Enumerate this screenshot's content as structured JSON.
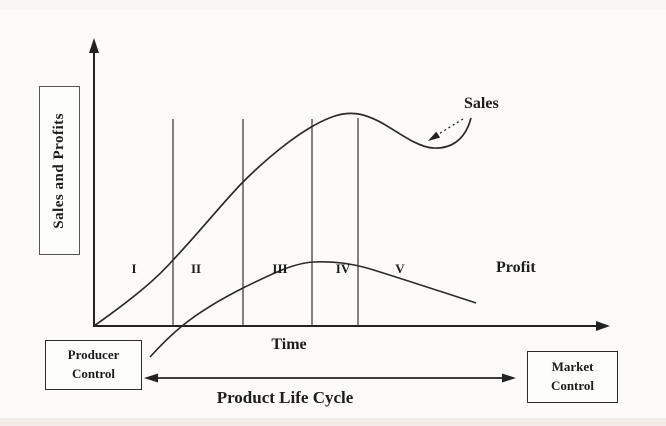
{
  "colors": {
    "ink": "#222222",
    "background": "#fcfbf9",
    "footer_band": "#f2ebe7"
  },
  "diagram": {
    "title_implied": "Product Life Cycle",
    "y_axis_label": "Sales and Profits",
    "x_axis_label": "Time",
    "stage_labels": [
      "I",
      "II",
      "III",
      "IV",
      "V"
    ],
    "sales_curve_label": "Sales",
    "profit_curve_label": "Profit",
    "producer_box_label": "Producer Control",
    "market_box_label": "Market Control",
    "cycle_label": "Product Life Cycle"
  }
}
